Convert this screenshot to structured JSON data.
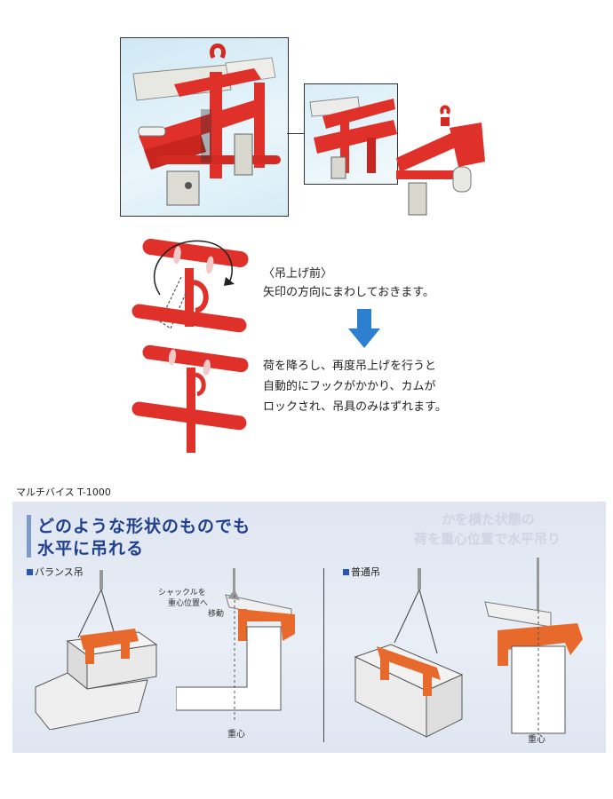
{
  "instructions": {
    "heading": "〈吊上げ前〉",
    "line1": "矢印の方向にまわしておきます。",
    "line2": "荷を降ろし、再度吊上げを行うと",
    "line3": "自動的にフックがかかり、カムが",
    "line4": "ロックされ、吊具のみはずれます。"
  },
  "product": {
    "series_label": "マルチバイス T-1000"
  },
  "feature": {
    "title_line1": "どのような形状のものでも",
    "title_line2": "水平に吊れる",
    "ghost_line1": "かを横た状態の",
    "ghost_line2": "荷を重心位置で水平吊り"
  },
  "balance": {
    "label": "バランス吊",
    "note_line1": "シャックルを",
    "note_line2": "重心位置へ",
    "note_line3": "移動",
    "cog_label": "重心"
  },
  "normal": {
    "label": "普通吊",
    "cog_label": "重心"
  },
  "colors": {
    "clamp_red": "#e0302a",
    "clamp_orange": "#e8692c",
    "arrow_blue": "#2d7fd0",
    "title_blue": "#1f3f8f",
    "panel_bg": "#e3e9f3"
  }
}
